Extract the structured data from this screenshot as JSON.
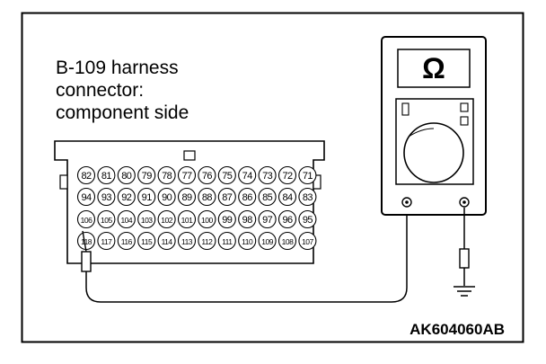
{
  "caption": {
    "line1": "B-109 harness",
    "line2": "connector:",
    "line3": "component side"
  },
  "meter": {
    "unit_symbol": "Ω",
    "icon": "ohmmeter-icon"
  },
  "figure_code": "AK604060AB",
  "connector": {
    "row1": [
      "82",
      "81",
      "80",
      "79",
      "78",
      "77",
      "76",
      "75",
      "74",
      "73",
      "72",
      "71"
    ],
    "row2": [
      "94",
      "93",
      "92",
      "91",
      "90",
      "89",
      "88",
      "87",
      "86",
      "85",
      "84",
      "83"
    ],
    "row3": [
      "106",
      "105",
      "104",
      "103",
      "102",
      "101",
      "100",
      "99",
      "98",
      "97",
      "96",
      "95"
    ],
    "row4": [
      "118",
      "117",
      "116",
      "115",
      "114",
      "113",
      "112",
      "111",
      "110",
      "109",
      "108",
      "107"
    ]
  }
}
